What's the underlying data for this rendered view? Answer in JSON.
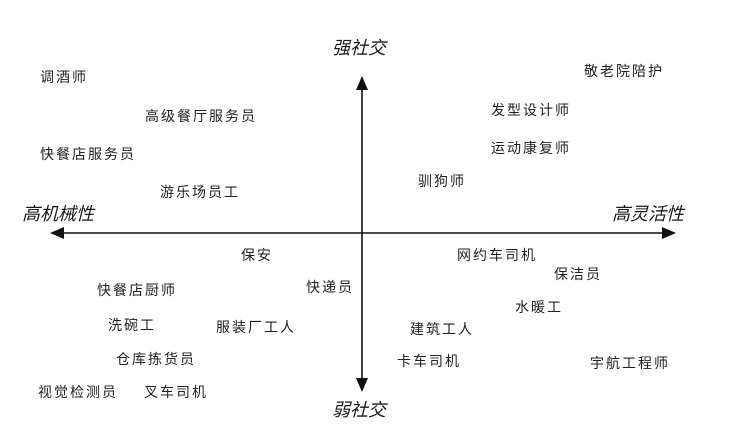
{
  "axes": {
    "top": "强社交",
    "bottom": "弱社交",
    "left": "高机械性",
    "right": "高灵活性"
  },
  "jobs": [
    "调酒师",
    "高级餐厅服务员",
    "快餐店服务员",
    "游乐场员工",
    "敬老院陪护",
    "发型设计师",
    "运动康复师",
    "驯狗师",
    "保安",
    "快餐店厨师",
    "快递员",
    "洗碗工",
    "服装厂工人",
    "仓库拣货员",
    "视觉检测员",
    "叉车司机",
    "网约车司机",
    "保洁员",
    "水暖工",
    "建筑工人",
    "卡车司机",
    "宇航工程师"
  ],
  "colors": {
    "axis": "#111111",
    "text": "#222222"
  }
}
